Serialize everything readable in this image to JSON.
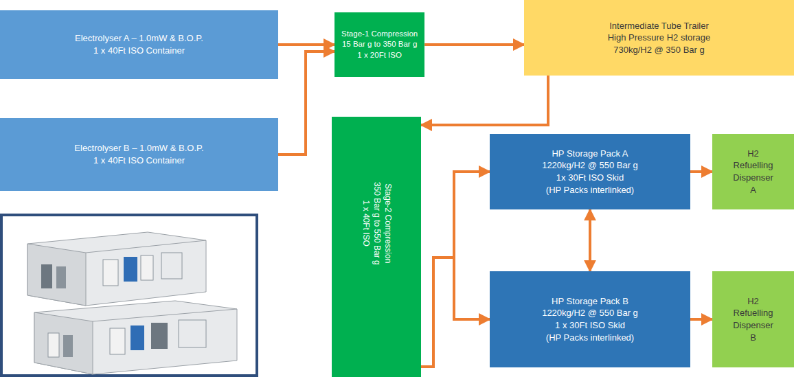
{
  "diagram": {
    "nodes": [
      {
        "text": [
          "Electrolyser A – 1.0mW & B.O.P.",
          "1 x 40Ft ISO Container"
        ]
      },
      {
        "text": [
          "Electrolyser B – 1.0mW & B.O.P.",
          "1 x 40Ft ISO Container"
        ]
      },
      {
        "text": [
          "Stage-1 Compression",
          "15 Bar g to 350 Bar g",
          "1 x 20Ft ISO"
        ]
      },
      {
        "text": [
          "Intermediate Tube Trailer",
          "High Pressure H2 storage",
          "730kg/H2 @ 350 Bar g"
        ]
      },
      {
        "text": [
          "Stage-2 Compression",
          "350 Bar g to 550 Bar g",
          "1 x 40Ft ISO"
        ]
      },
      {
        "text": [
          "HP Storage Pack A",
          "1220kg/H2 @ 550 Bar g",
          "1x 30Ft ISO Skid",
          "(HP Packs interlinked)"
        ]
      },
      {
        "text": [
          "HP Storage Pack B",
          "1220kg/H2 @ 550 Bar g",
          "1 x 30Ft ISO Skid",
          "(HP Packs interlinked)"
        ]
      },
      {
        "text": [
          "H2 Refuelling Dispenser A"
        ]
      },
      {
        "text": [
          "H2 Refuelling Dispenser B"
        ]
      }
    ],
    "edges": [
      {
        "from": 0,
        "to": 2,
        "arrow": "to"
      },
      {
        "from": 1,
        "to": 2,
        "arrow": "to"
      },
      {
        "from": 2,
        "to": 3,
        "arrow": "to"
      },
      {
        "from": 3,
        "to": 4,
        "arrow": "to"
      },
      {
        "from": 4,
        "to": 5,
        "arrow": "to"
      },
      {
        "from": 4,
        "to": 6,
        "arrow": "to"
      },
      {
        "from": 5,
        "to": 6,
        "arrow": "both"
      },
      {
        "from": 5,
        "to": 7,
        "arrow": "to"
      },
      {
        "from": 6,
        "to": 8,
        "arrow": "to"
      }
    ]
  }
}
